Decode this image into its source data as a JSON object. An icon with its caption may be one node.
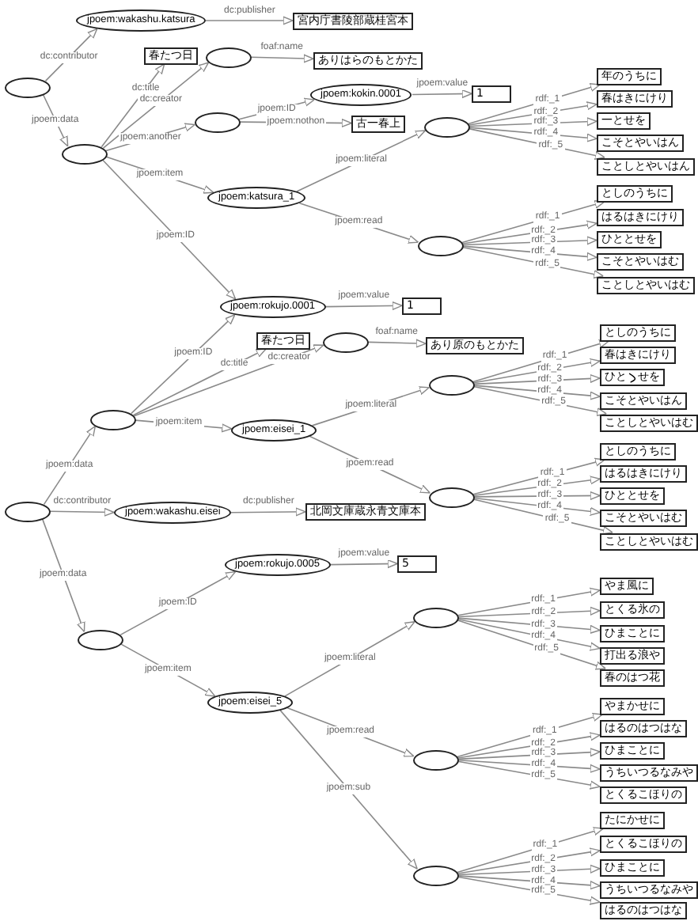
{
  "diagram": {
    "nodes": [
      {
        "text": [],
        "shape": "ellipse"
      },
      {
        "text": [
          "jpoem:wakashu.katsura"
        ]
      },
      {
        "text": [
          "宮内庁書陵部蔵桂宮本"
        ]
      },
      {
        "text": [],
        "shape": "ellipse"
      },
      {
        "text": [
          "春たつ日"
        ]
      },
      {
        "text": [],
        "shape": "ellipse"
      },
      {
        "text": [
          "ありはらのもとかた"
        ]
      },
      {
        "text": [],
        "shape": "ellipse"
      },
      {
        "text": [
          "jpoem:kokin.0001"
        ]
      },
      {
        "text": [
          "1"
        ]
      },
      {
        "text": [
          "古一春上"
        ]
      },
      {
        "text": [
          "jpoem:katsura_1"
        ]
      },
      {
        "text": [],
        "shape": "ellipse"
      },
      {
        "text": [
          "年のうちに"
        ]
      },
      {
        "text": [
          "春はきにけり"
        ]
      },
      {
        "text": [
          "一とせを"
        ]
      },
      {
        "text": [
          "こそとやいはん"
        ]
      },
      {
        "text": [
          "ことしとやいはん"
        ]
      },
      {
        "text": [],
        "shape": "ellipse"
      },
      {
        "text": [
          "としのうちに"
        ]
      },
      {
        "text": [
          "はるはきにけり"
        ]
      },
      {
        "text": [
          "ひととせを"
        ]
      },
      {
        "text": [
          "こそとやいはむ"
        ]
      },
      {
        "text": [
          "ことしとやいはむ"
        ]
      },
      {
        "text": [
          "jpoem:rokujo.0001"
        ]
      },
      {
        "text": [
          "1"
        ]
      },
      {
        "text": [],
        "shape": "ellipse"
      },
      {
        "text": [],
        "shape": "ellipse"
      },
      {
        "text": [
          "春たつ日"
        ]
      },
      {
        "text": [],
        "shape": "ellipse"
      },
      {
        "text": [
          "あり原のもとかた"
        ]
      },
      {
        "text": [
          "jpoem:eisei_1"
        ]
      },
      {
        "text": [],
        "shape": "ellipse"
      },
      {
        "text": [
          "としのうちに"
        ]
      },
      {
        "text": [
          "春はきにけり"
        ]
      },
      {
        "text": [
          "ひとゝせを"
        ]
      },
      {
        "text": [
          "こそとやいはん"
        ]
      },
      {
        "text": [
          "ことしとやいはむ"
        ]
      },
      {
        "text": [],
        "shape": "ellipse"
      },
      {
        "text": [
          "としのうちに"
        ]
      },
      {
        "text": [
          "はるはきにけり"
        ]
      },
      {
        "text": [
          "ひととせを"
        ]
      },
      {
        "text": [
          "こそとやいはむ"
        ]
      },
      {
        "text": [
          "ことしとやいはむ"
        ]
      },
      {
        "text": [
          "jpoem:wakashu.eisei"
        ]
      },
      {
        "text": [
          "北岡文庫蔵永青文庫本"
        ]
      },
      {
        "text": [],
        "shape": "ellipse"
      },
      {
        "text": [
          "jpoem:rokujo.0005"
        ]
      },
      {
        "text": [
          "5"
        ]
      },
      {
        "text": [
          "jpoem:eisei_5"
        ]
      },
      {
        "text": [],
        "shape": "ellipse"
      },
      {
        "text": [
          "やま風に"
        ]
      },
      {
        "text": [
          "とくる氷の"
        ]
      },
      {
        "text": [
          "ひまことに"
        ]
      },
      {
        "text": [
          "打出る浪や"
        ]
      },
      {
        "text": [
          "春のはつ花"
        ]
      },
      {
        "text": [],
        "shape": "ellipse"
      },
      {
        "text": [
          "やまかせに"
        ]
      },
      {
        "text": [
          "はるのはつはな"
        ]
      },
      {
        "text": [
          "ひまことに"
        ]
      },
      {
        "text": [
          "うちいつるなみや"
        ]
      },
      {
        "text": [
          "とくるこほりの"
        ]
      },
      {
        "text": [],
        "shape": "ellipse"
      },
      {
        "text": [
          "たにかせに"
        ]
      },
      {
        "text": [
          "とくるこほりの"
        ]
      },
      {
        "text": [
          "ひまことに"
        ]
      },
      {
        "text": [
          "うちいつるなみや"
        ]
      },
      {
        "text": [
          "はるのはつはな"
        ]
      }
    ],
    "edges": [
      {
        "from": 0,
        "to": 1,
        "arrow": "to",
        "label": "dc:contributor"
      },
      {
        "from": 1,
        "to": 2,
        "arrow": "to",
        "label": "dc:publisher"
      },
      {
        "from": 0,
        "to": 3,
        "arrow": "to",
        "label": "jpoem:data"
      },
      {
        "from": 3,
        "to": 4,
        "arrow": "to",
        "label": "dc:title"
      },
      {
        "from": 3,
        "to": 5,
        "arrow": "to",
        "label": "dc:creator"
      },
      {
        "from": 5,
        "to": 6,
        "arrow": "to",
        "label": "foaf:name"
      },
      {
        "from": 3,
        "to": 7,
        "arrow": "to",
        "label": "jpoem:another"
      },
      {
        "from": 7,
        "to": 8,
        "arrow": "to",
        "label": "jpoem:ID"
      },
      {
        "from": 7,
        "to": 10,
        "arrow": "to",
        "label": "jpoem:nothon"
      },
      {
        "from": 8,
        "to": 9,
        "arrow": "to",
        "label": "jpoem:value"
      },
      {
        "from": 3,
        "to": 11,
        "arrow": "to",
        "label": "jpoem:item"
      },
      {
        "from": 11,
        "to": 12,
        "arrow": "to",
        "label": "jpoem:literal"
      },
      {
        "from": 12,
        "to": 13,
        "arrow": "to",
        "label": "rdf:_1"
      },
      {
        "from": 12,
        "to": 14,
        "arrow": "to",
        "label": "rdf:_2"
      },
      {
        "from": 12,
        "to": 15,
        "arrow": "to",
        "label": "rdf:_3"
      },
      {
        "from": 12,
        "to": 16,
        "arrow": "to",
        "label": "rdf:_4"
      },
      {
        "from": 12,
        "to": 17,
        "arrow": "to",
        "label": "rdf:_5"
      },
      {
        "from": 11,
        "to": 18,
        "arrow": "to",
        "label": "jpoem:read"
      },
      {
        "from": 18,
        "to": 19,
        "arrow": "to",
        "label": "rdf:_1"
      },
      {
        "from": 18,
        "to": 20,
        "arrow": "to",
        "label": "rdf:_2"
      },
      {
        "from": 18,
        "to": 21,
        "arrow": "to",
        "label": "rdf:_3"
      },
      {
        "from": 18,
        "to": 22,
        "arrow": "to",
        "label": "rdf:_4"
      },
      {
        "from": 18,
        "to": 23,
        "arrow": "to",
        "label": "rdf:_5"
      },
      {
        "from": 3,
        "to": 24,
        "arrow": "to",
        "label": "jpoem:ID"
      },
      {
        "from": 24,
        "to": 25,
        "arrow": "to",
        "label": "jpoem:value"
      },
      {
        "from": 26,
        "to": 27,
        "arrow": "to",
        "label": "jpoem:data"
      },
      {
        "from": 27,
        "to": 24,
        "arrow": "to",
        "label": "jpoem:ID"
      },
      {
        "from": 27,
        "to": 28,
        "arrow": "to",
        "label": "dc:title"
      },
      {
        "from": 27,
        "to": 29,
        "arrow": "to",
        "label": "dc:creator"
      },
      {
        "from": 29,
        "to": 30,
        "arrow": "to",
        "label": "foaf:name"
      },
      {
        "from": 27,
        "to": 31,
        "arrow": "to",
        "label": "jpoem:item"
      },
      {
        "from": 31,
        "to": 32,
        "arrow": "to",
        "label": "jpoem:literal"
      },
      {
        "from": 32,
        "to": 33,
        "arrow": "to",
        "label": "rdf:_1"
      },
      {
        "from": 32,
        "to": 34,
        "arrow": "to",
        "label": "rdf:_2"
      },
      {
        "from": 32,
        "to": 35,
        "arrow": "to",
        "label": "rdf:_3"
      },
      {
        "from": 32,
        "to": 36,
        "arrow": "to",
        "label": "rdf:_4"
      },
      {
        "from": 32,
        "to": 37,
        "arrow": "to",
        "label": "rdf:_5"
      },
      {
        "from": 31,
        "to": 38,
        "arrow": "to",
        "label": "jpoem:read"
      },
      {
        "from": 38,
        "to": 39,
        "arrow": "to",
        "label": "rdf:_1"
      },
      {
        "from": 38,
        "to": 40,
        "arrow": "to",
        "label": "rdf:_2"
      },
      {
        "from": 38,
        "to": 41,
        "arrow": "to",
        "label": "rdf:_3"
      },
      {
        "from": 38,
        "to": 42,
        "arrow": "to",
        "label": "rdf:_4"
      },
      {
        "from": 38,
        "to": 43,
        "arrow": "to",
        "label": "rdf:_5"
      },
      {
        "from": 26,
        "to": 44,
        "arrow": "to",
        "label": "dc:contributor"
      },
      {
        "from": 44,
        "to": 45,
        "arrow": "to",
        "label": "dc:publisher"
      },
      {
        "from": 26,
        "to": 46,
        "arrow": "to",
        "label": "jpoem:data"
      },
      {
        "from": 46,
        "to": 47,
        "arrow": "to",
        "label": "jpoem:ID"
      },
      {
        "from": 47,
        "to": 48,
        "arrow": "to",
        "label": "jpoem:value"
      },
      {
        "from": 46,
        "to": 49,
        "arrow": "to",
        "label": "jpoem:item"
      },
      {
        "from": 49,
        "to": 50,
        "arrow": "to",
        "label": "jpoem:literal"
      },
      {
        "from": 50,
        "to": 51,
        "arrow": "to",
        "label": "rdf:_1"
      },
      {
        "from": 50,
        "to": 52,
        "arrow": "to",
        "label": "rdf:_2"
      },
      {
        "from": 50,
        "to": 53,
        "arrow": "to",
        "label": "rdf:_3"
      },
      {
        "from": 50,
        "to": 54,
        "arrow": "to",
        "label": "rdf:_4"
      },
      {
        "from": 50,
        "to": 55,
        "arrow": "to",
        "label": "rdf:_5"
      },
      {
        "from": 49,
        "to": 56,
        "arrow": "to",
        "label": "jpoem:read"
      },
      {
        "from": 56,
        "to": 57,
        "arrow": "to",
        "label": "rdf:_1"
      },
      {
        "from": 56,
        "to": 58,
        "arrow": "to",
        "label": "rdf:_2"
      },
      {
        "from": 56,
        "to": 59,
        "arrow": "to",
        "label": "rdf:_3"
      },
      {
        "from": 56,
        "to": 60,
        "arrow": "to",
        "label": "rdf:_4"
      },
      {
        "from": 56,
        "to": 61,
        "arrow": "to",
        "label": "rdf:_5"
      },
      {
        "from": 49,
        "to": 62,
        "arrow": "to",
        "label": "jpoem:sub"
      },
      {
        "from": 62,
        "to": 63,
        "arrow": "to",
        "label": "rdf:_1"
      },
      {
        "from": 62,
        "to": 64,
        "arrow": "to",
        "label": "rdf:_2"
      },
      {
        "from": 62,
        "to": 65,
        "arrow": "to",
        "label": "rdf:_3"
      },
      {
        "from": 62,
        "to": 66,
        "arrow": "to",
        "label": "rdf:_4"
      },
      {
        "from": 62,
        "to": 67,
        "arrow": "to",
        "label": "rdf:_5"
      }
    ]
  }
}
